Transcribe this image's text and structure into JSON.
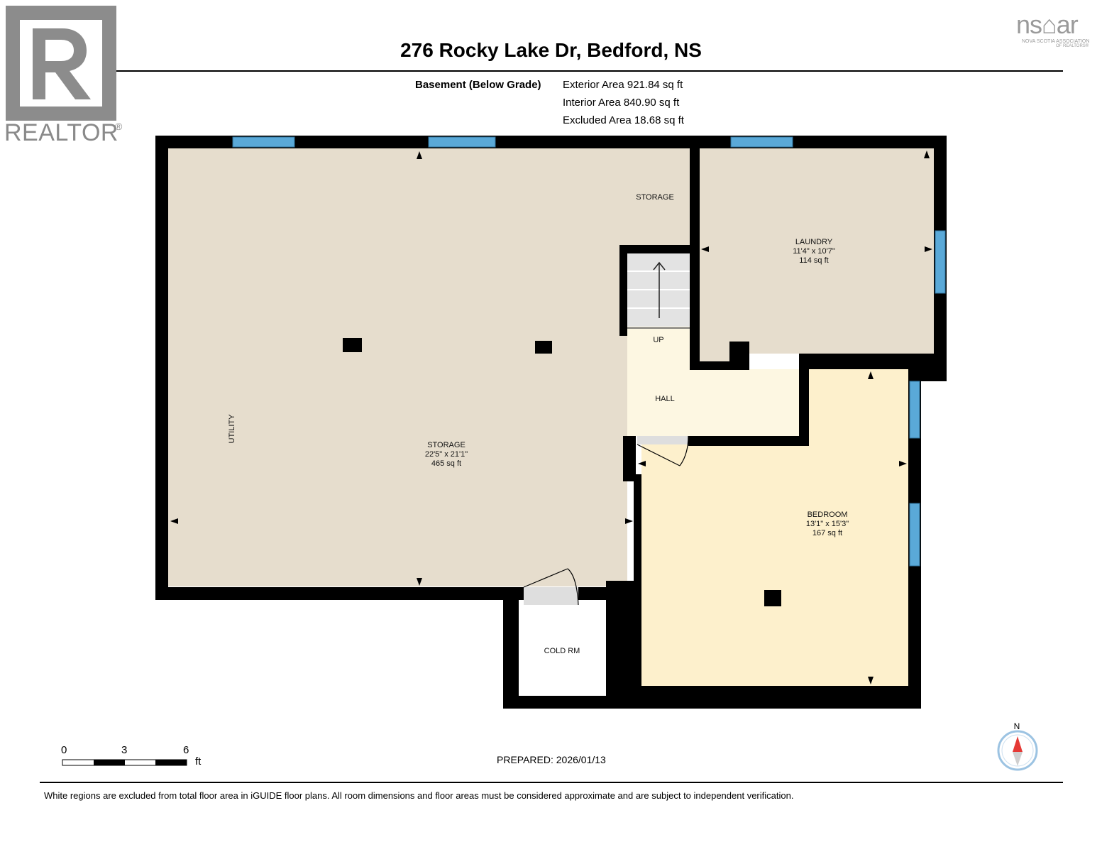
{
  "header": {
    "title": "276 Rocky Lake Dr, Bedford, NS"
  },
  "logos": {
    "realtor": "REALTOR",
    "realtor_reg": "®",
    "nsar": "ns⌂ar",
    "nsar_sub1": "NOVA SCOTIA ASSOCIATION",
    "nsar_sub2": "OF REALTORS®"
  },
  "areas": {
    "level": "Basement (Below Grade)",
    "exterior": "Exterior Area 921.84 sq ft",
    "interior": "Interior Area 840.90 sq ft",
    "excluded": "Excluded Area 18.68 sq ft"
  },
  "rooms": {
    "storage_main": {
      "name": "STORAGE",
      "dims": "22'5\" x 21'1\"",
      "area": "465 sq ft"
    },
    "storage_small": {
      "name": "STORAGE"
    },
    "laundry": {
      "name": "LAUNDRY",
      "dims": "11'4\" x 10'7\"",
      "area": "114 sq ft"
    },
    "bedroom": {
      "name": "BEDROOM",
      "dims": "13'1\" x 15'3\"",
      "area": "167 sq ft"
    },
    "hall": {
      "name": "HALL"
    },
    "up": {
      "name": "UP"
    },
    "utility": {
      "name": "UTILITY"
    },
    "cold_room": {
      "name": "COLD RM"
    }
  },
  "colors": {
    "storage_fill": "#e6ddcd",
    "hall_fill": "#fdf7e2",
    "bedroom_fill": "#fdf0cc",
    "wall": "#000000",
    "window": "#5aa9d8",
    "stairs": "#e3e3e3"
  },
  "scale": {
    "labels": [
      "0",
      "3",
      "6"
    ],
    "unit": "ft"
  },
  "compass": {
    "north": "N"
  },
  "footer": {
    "prepared": "PREPARED: 2026/01/13",
    "disclaimer": "White regions are excluded from total floor area in iGUIDE floor plans. All room dimensions and floor areas must be considered approximate and are subject to independent verification."
  }
}
